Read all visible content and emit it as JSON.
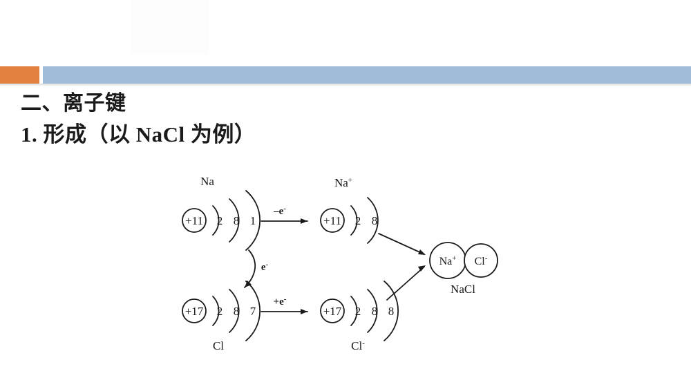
{
  "slide": {
    "section_heading": "二、离子键",
    "sub_heading": "1. 形成（以 NaCl 为例）"
  },
  "theme": {
    "accent_orange": "#e2823f",
    "header_blue": "#a0bcd8",
    "background": "#ffffff",
    "ink": "#1a1a1a"
  },
  "diagram": {
    "title": "NaCl ionic bond formation",
    "sodium_atom": {
      "label": "Na",
      "nucleus": "+11",
      "shells": [
        "2",
        "8",
        "1"
      ]
    },
    "sodium_ion": {
      "label": "Na",
      "label_sup": "+",
      "nucleus": "+11",
      "shells": [
        "2",
        "8"
      ]
    },
    "chlorine_atom": {
      "label": "Cl",
      "nucleus": "+17",
      "shells": [
        "2",
        "8",
        "7"
      ]
    },
    "chlorine_ion": {
      "label": "Cl",
      "label_sup": "-",
      "nucleus": "+17",
      "shells": [
        "2",
        "8",
        "8"
      ]
    },
    "arrows": {
      "lose_electron": "–e",
      "lose_electron_sup": "-",
      "gain_electron": "+e",
      "gain_electron_sup": "-",
      "transfer": "e",
      "transfer_sup": "-"
    },
    "product": {
      "cation": "Na",
      "cation_sup": "+",
      "anion": "Cl",
      "anion_sup": "-",
      "formula": "NaCl"
    }
  }
}
